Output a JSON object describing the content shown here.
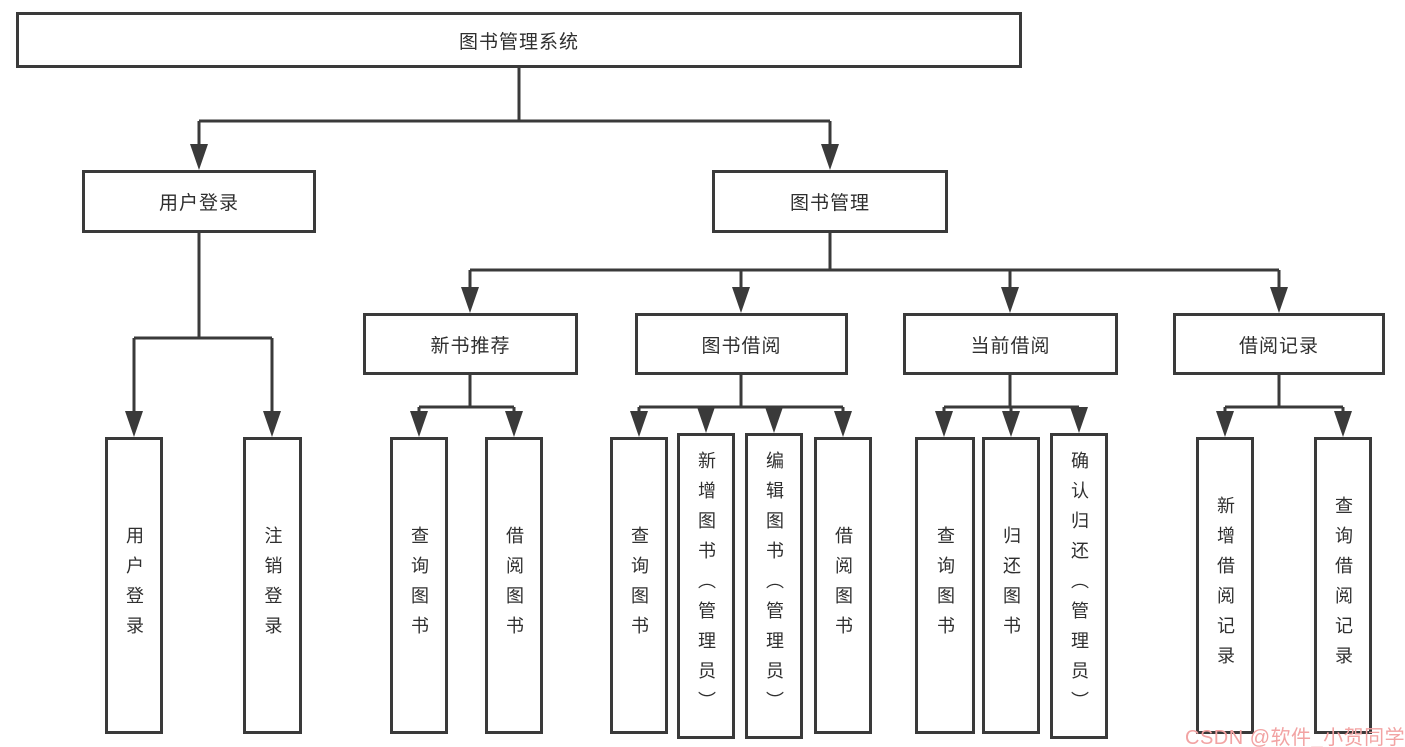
{
  "tree": {
    "label": "图书管理系统",
    "children": [
      {
        "label": "用户登录",
        "children": [
          {
            "label": "用户登录"
          },
          {
            "label": "注销登录"
          }
        ]
      },
      {
        "label": "图书管理",
        "children": [
          {
            "label": "新书推荐",
            "children": [
              {
                "label": "查询图书"
              },
              {
                "label": "借阅图书"
              }
            ]
          },
          {
            "label": "图书借阅",
            "children": [
              {
                "label": "查询图书"
              },
              {
                "label": "新增图书（管理员）"
              },
              {
                "label": "编辑图书（管理员）"
              },
              {
                "label": "借阅图书"
              }
            ]
          },
          {
            "label": "当前借阅",
            "children": [
              {
                "label": "查询图书"
              },
              {
                "label": "归还图书"
              },
              {
                "label": "确认归还（管理员）"
              }
            ]
          },
          {
            "label": "借阅记录",
            "children": [
              {
                "label": "新增借阅记录"
              },
              {
                "label": "查询借阅记录"
              }
            ]
          }
        ]
      }
    ]
  },
  "watermark": {
    "text": "CSDN @软件_小贺同学",
    "color": "#f2a3a3"
  },
  "colors": {
    "line": "#3a3a3a",
    "box_border": "#3a3a3a",
    "box_background": "#ffffff",
    "text": "#2f2f2f",
    "page_background": "#ffffff"
  }
}
